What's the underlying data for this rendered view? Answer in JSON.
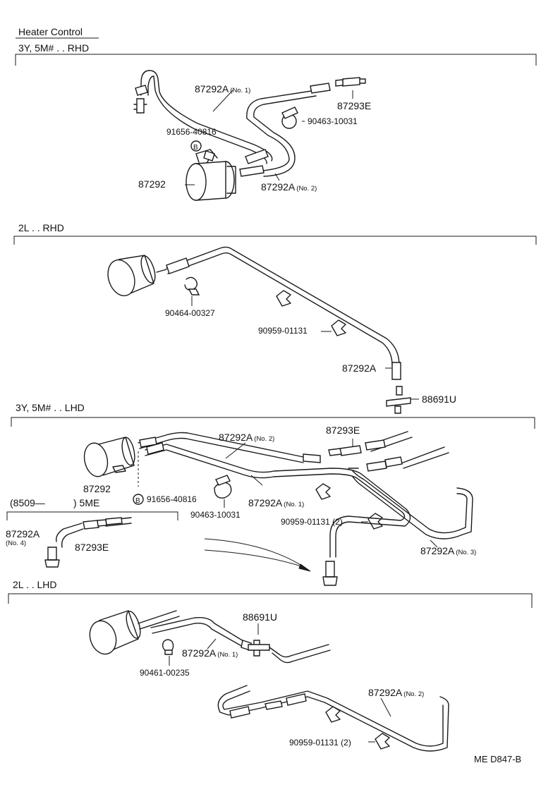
{
  "title": "Heater Control",
  "sections": {
    "s1": {
      "header": "3Y, 5M# . . RHD"
    },
    "s2": {
      "header": "2L . . RHD"
    },
    "s3": {
      "header": "3Y, 5M# . . LHD"
    },
    "s4": {
      "header": "2L . . LHD"
    }
  },
  "inset": {
    "range": "(8509—",
    "range_end": ") 5ME"
  },
  "labels": {
    "s1": {
      "hose_no1": "87292A",
      "hose_no1_sub": "(No. 1)",
      "joint": "87293E",
      "clamp": "90463-10031",
      "bolt": "91656-40816",
      "bolt_mark": "B",
      "valve": "87292",
      "hose_no2": "87292A",
      "hose_no2_sub": "(No. 2)"
    },
    "s2": {
      "clamp": "90464-00327",
      "clip": "90959-01131",
      "hose": "87292A",
      "tee": "88691U"
    },
    "s3": {
      "hose_no2": "87292A",
      "hose_no2_sub": "(No. 2)",
      "joint": "87293E",
      "valve": "87292",
      "bolt_mark": "B",
      "bolt": "91656-40816",
      "clamp": "90463-10031",
      "hose_no1": "87292A",
      "hose_no1_sub": "(No. 1)",
      "clip": "90959-01131 (2)",
      "hose_no3": "87292A",
      "hose_no3_sub": "(No. 3)",
      "inset_hose": "87292A",
      "inset_hose_sub": "(No. 4)",
      "inset_joint": "87293E"
    },
    "s4": {
      "tee": "88691U",
      "hose_no1": "87292A",
      "hose_no1_sub": "(No. 1)",
      "clamp": "90461-00235",
      "hose_no2": "87292A",
      "hose_no2_sub": "(No. 2)",
      "clip": "90959-01131 (2)"
    }
  },
  "footer": {
    "code": "ME  D847-B"
  }
}
